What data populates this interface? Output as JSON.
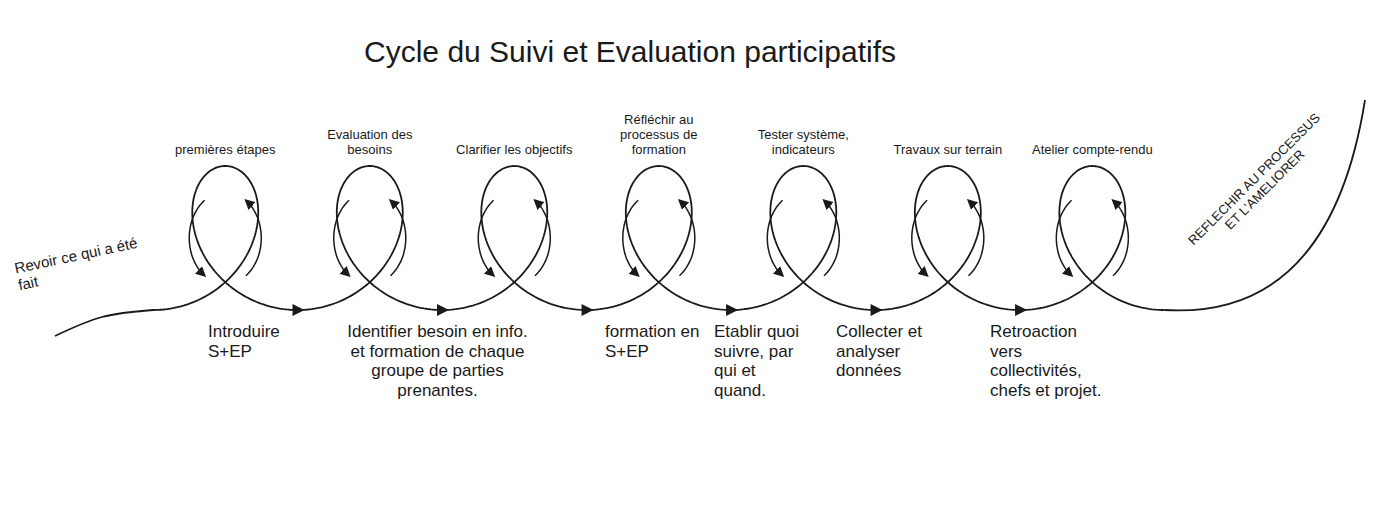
{
  "diagram": {
    "title": "Cycle du Suivi et Evaluation participatifs",
    "labels": [
      "Revoir ce qui a été fait",
      "premières étapes",
      "Evaluation des besoins",
      "Clarifier les objectifs",
      "Réfléchir au processus de formation",
      "Tester système, indicateurs",
      "Travaux sur terrain",
      "Atelier compte-rendu",
      "REFLECHIR AU PROCESSUS ET L'AMELIORER",
      "Introduire S+EP",
      "Identifier besoin en info. et formation de chaque groupe de parties prenantes.",
      "formation en S+EP",
      "Etablir quoi suivre, par qui et quand.",
      "Collecter et analyser données",
      "Retroaction vers collectivités, chefs et projet."
    ]
  }
}
